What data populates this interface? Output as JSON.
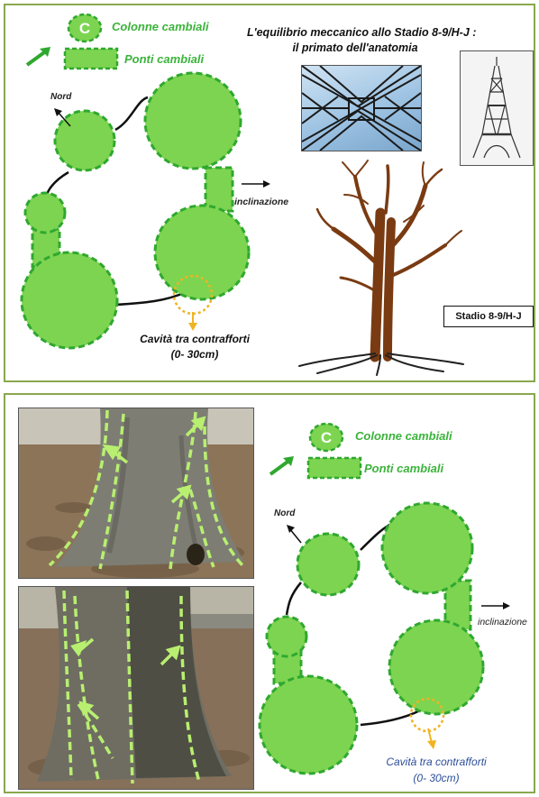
{
  "top": {
    "legend": {
      "column_symbol": "C",
      "column_label": "Colonne cambiali",
      "bridge_label": "Ponti cambiali"
    },
    "title_line1": "L'equilibrio meccanico allo Stadio 8-9/H-J :",
    "title_line2": "il primato dell'anatomia",
    "north_label": "Nord",
    "tilt_label": "inclinazione",
    "cavity_line1": "Cavità tra contrafforti",
    "cavity_line2": "(0- 30cm)",
    "stage_label": "Stadio 8-9/H-J"
  },
  "bottom": {
    "legend": {
      "column_symbol": "C",
      "column_label": "Colonne cambiali",
      "bridge_label": "Ponti cambiali"
    },
    "north_label": "Nord",
    "tilt_label": "inclinazione",
    "cavity_line1": "Cavità tra contrafforti",
    "cavity_line2": "(0- 30cm)"
  },
  "colors": {
    "green_fill": "#7dd451",
    "green_dash": "#2fa82f",
    "cavity": "#f0b323",
    "panel_border": "#8aa84e",
    "trunk": "#7a3b12"
  },
  "icons": [
    "green-arrow-icon",
    "north-arrow-icon",
    "tilt-arrow-icon",
    "cavity-arrow-icon",
    "eiffel-tower-icon",
    "tree-icon"
  ]
}
